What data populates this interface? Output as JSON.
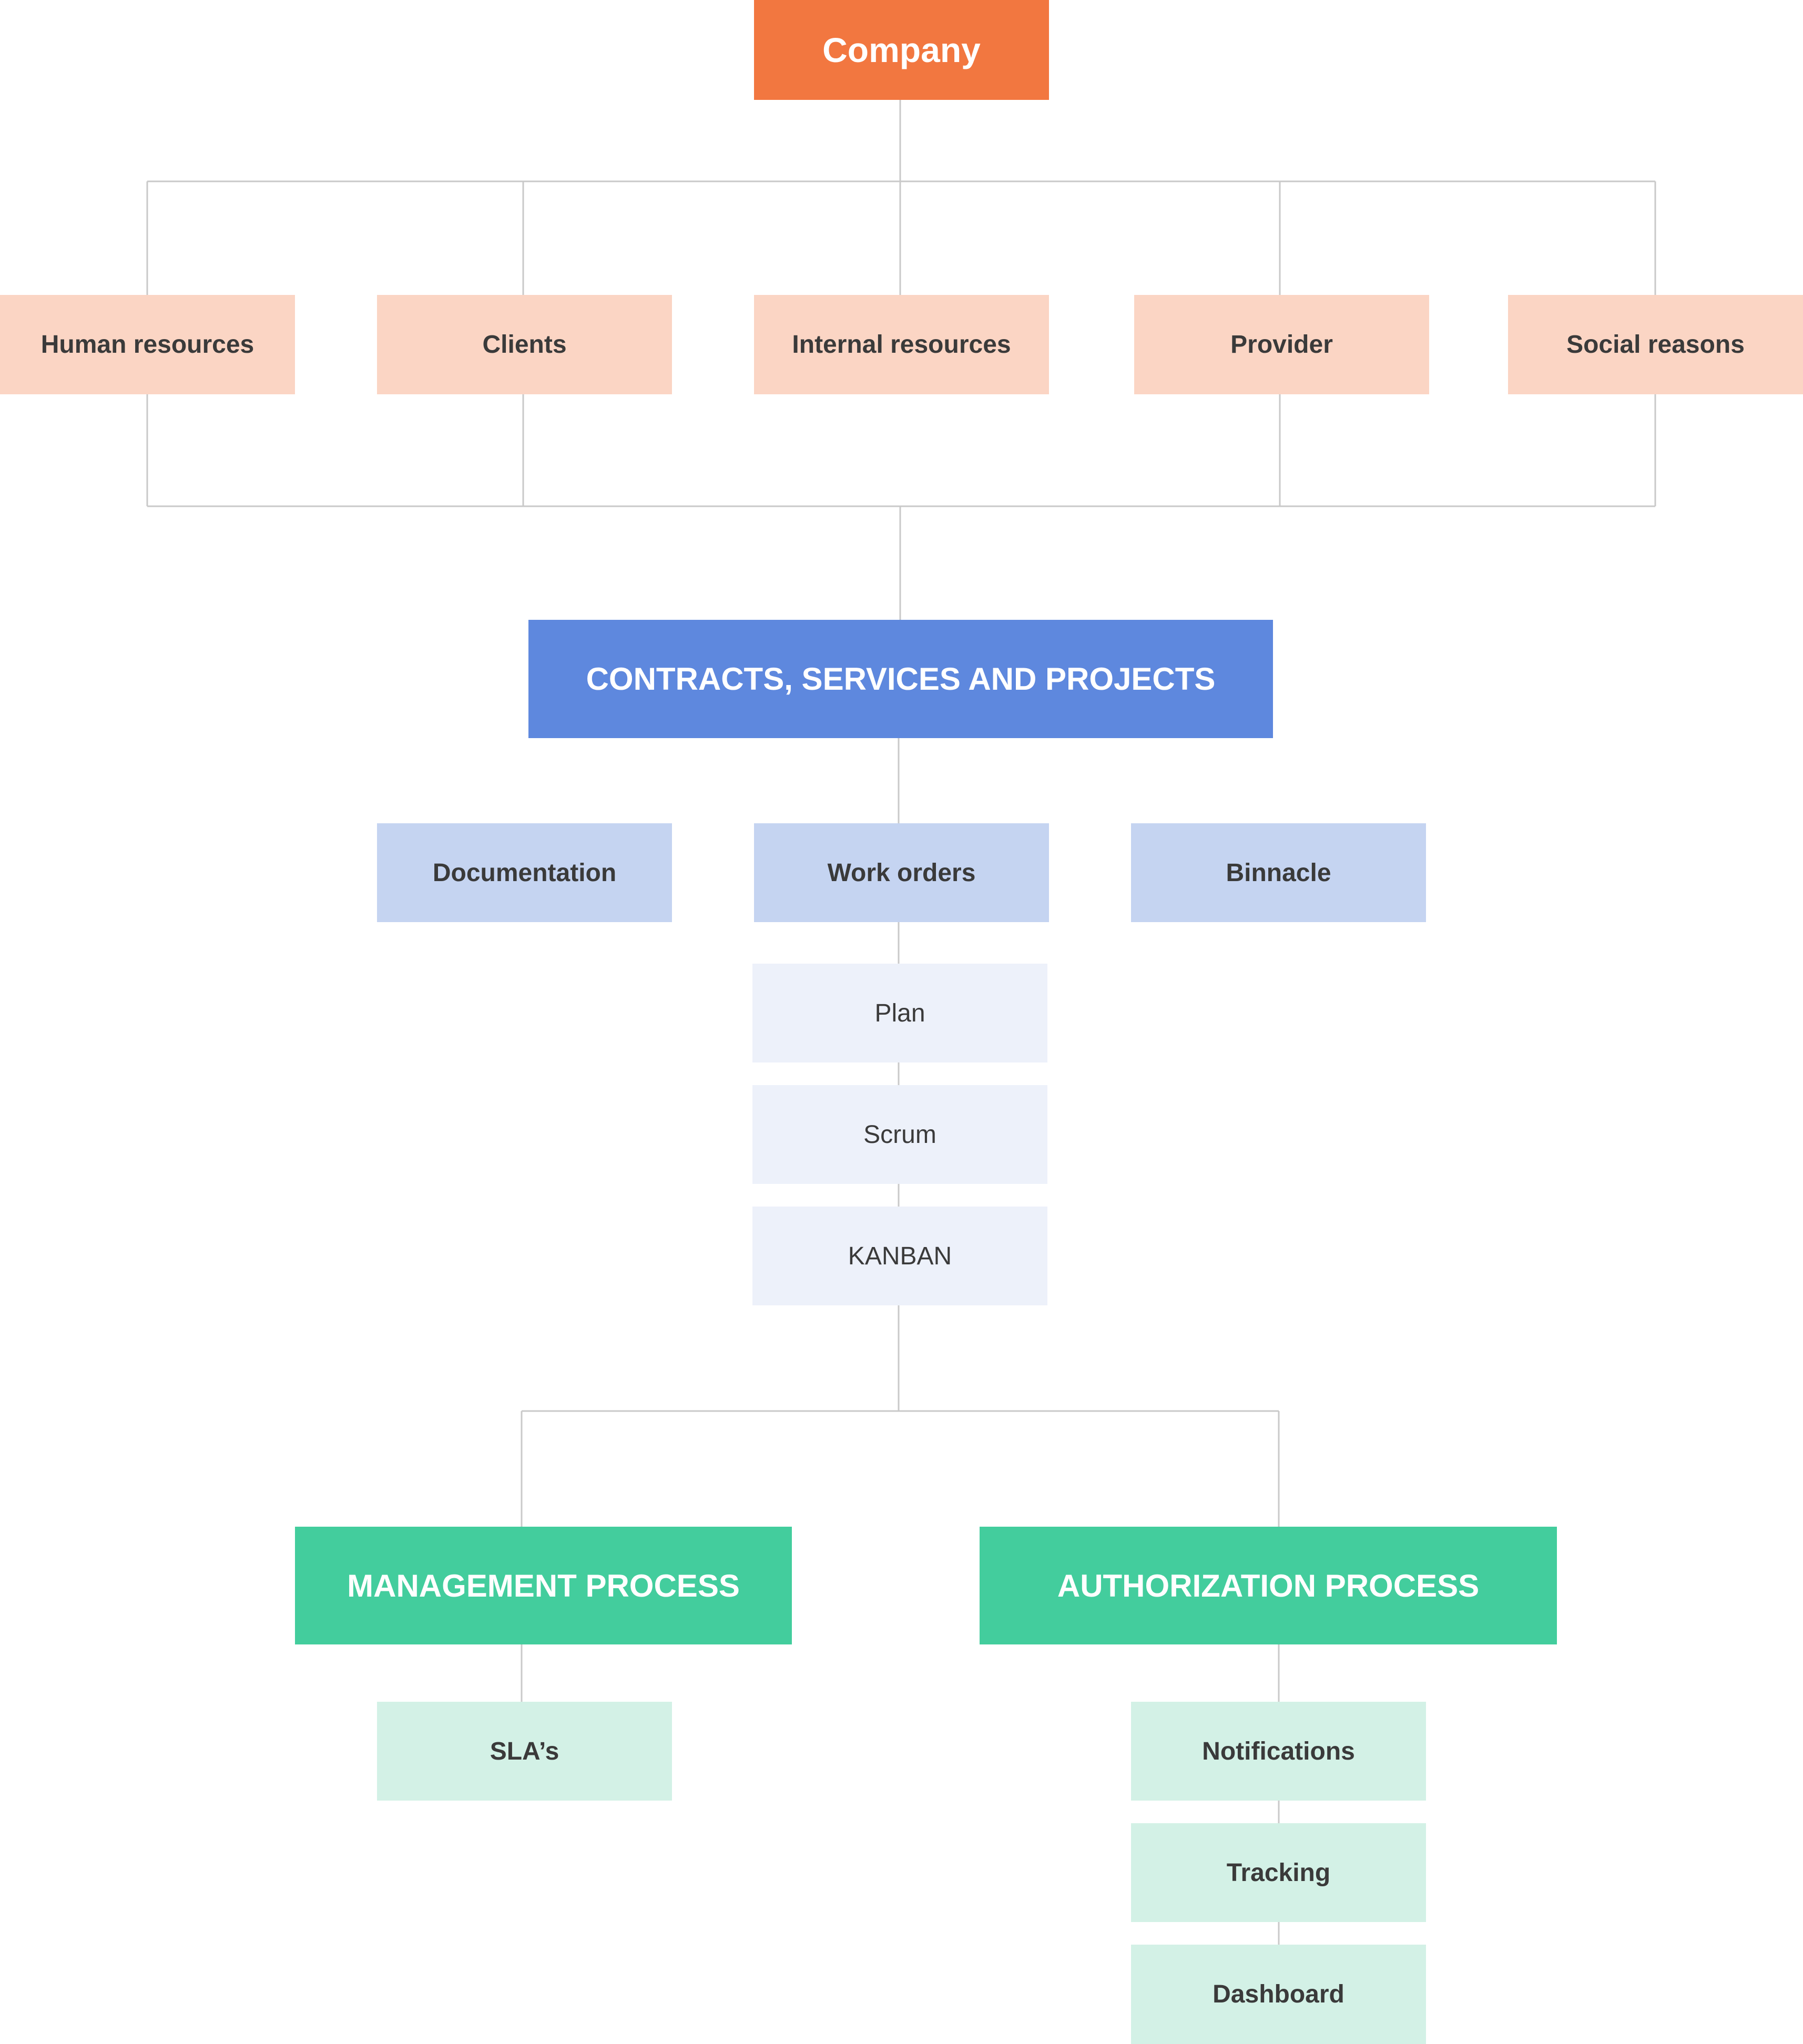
{
  "diagram": {
    "root": {
      "label": "Company",
      "color": "#F27740"
    },
    "departments": [
      {
        "label": "Human resources"
      },
      {
        "label": "Clients"
      },
      {
        "label": "Internal resources"
      },
      {
        "label": "Provider"
      },
      {
        "label": "Social reasons"
      }
    ],
    "department_color": "#FBD5C4",
    "contracts": {
      "label": "CONTRACTS, SERVICES AND PROJECTS",
      "color": "#5E88DE"
    },
    "contract_children": [
      {
        "label": "Documentation"
      },
      {
        "label": "Work orders"
      },
      {
        "label": "Binnacle"
      }
    ],
    "contract_child_color": "#C5D4F1",
    "work_order_methods": [
      {
        "label": "Plan"
      },
      {
        "label": "Scrum"
      },
      {
        "label": "KANBAN"
      }
    ],
    "method_color": "#EDF1FA",
    "processes": [
      {
        "label": "MANAGEMENT PROCESS"
      },
      {
        "label": "AUTHORIZATION PROCESS"
      }
    ],
    "process_color": "#43CD9D",
    "management_children": [
      {
        "label": "SLA’s"
      }
    ],
    "authorization_children": [
      {
        "label": "Notifications"
      },
      {
        "label": "Tracking"
      },
      {
        "label": "Dashboard"
      }
    ],
    "process_child_color": "#D3F1E6",
    "connector_color": "#C9C9C9"
  }
}
